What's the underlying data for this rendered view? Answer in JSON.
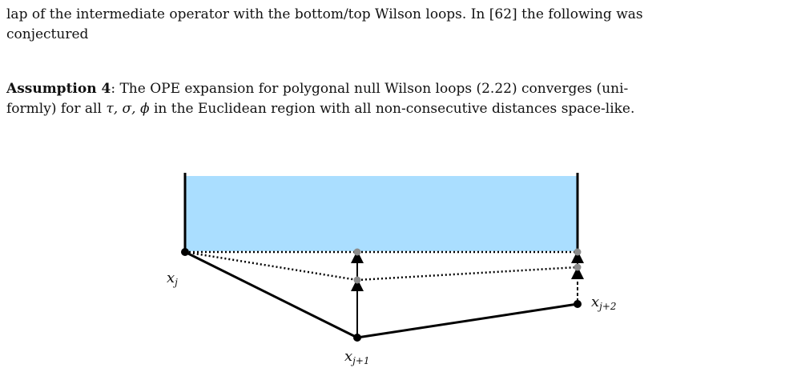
{
  "paragraph_top": {
    "line1": "lap of the intermediate operator with the bottom/top Wilson loops. In [62] the following was",
    "line2": "conjectured"
  },
  "assumption": {
    "label": "Assumption 4",
    "line1_text": ":   The OPE expansion for polygonal null Wilson loops (2.22) converges (uni-",
    "line2_prefix": "formly) for all ",
    "line2_math": "τ, σ, ϕ",
    "line2_suffix": " in the Euclidean region with all non-consecutive distances space-like."
  },
  "figure": {
    "colors": {
      "fill": "#aadeff",
      "solid": "#000000",
      "dots": "#8c8c8c"
    },
    "labels": {
      "xj_base": "x",
      "xj_sub": "j",
      "xj1_base": "x",
      "xj1_sub": "j+1",
      "xj2_base": "x",
      "xj2_sub": "j+2"
    }
  }
}
